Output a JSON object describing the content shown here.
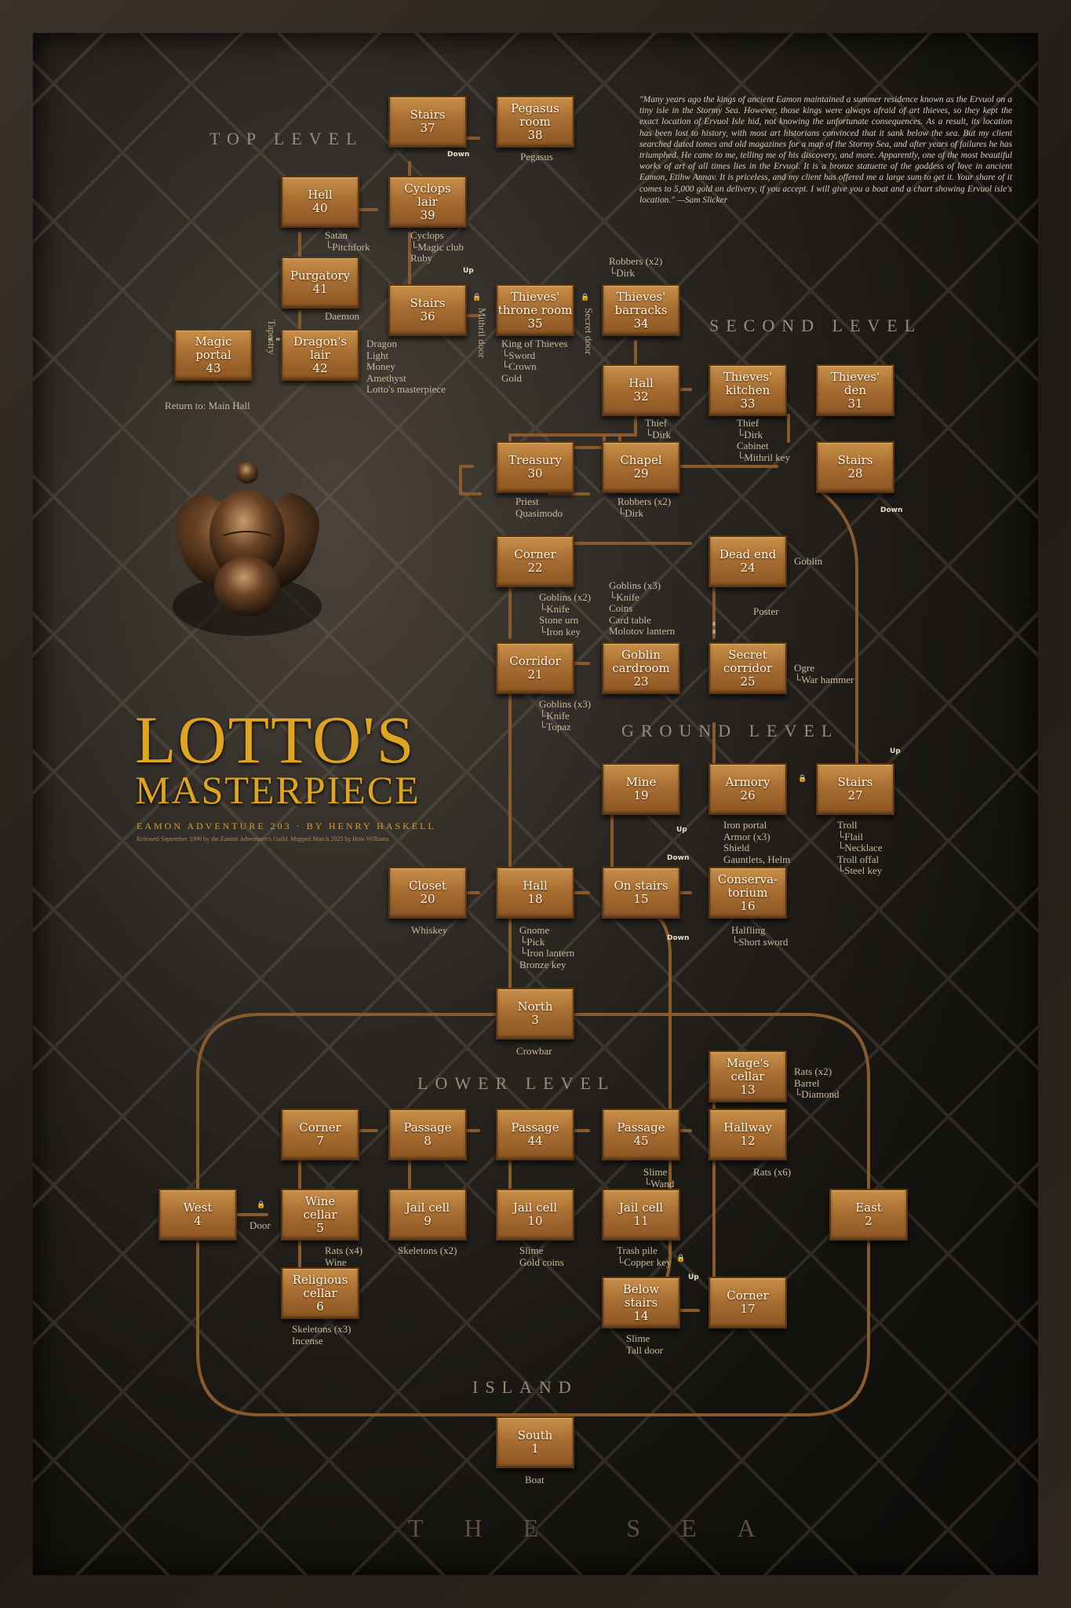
{
  "title": {
    "line1": "LOTTO'S",
    "line2": "MASTERPIECE"
  },
  "byline": "EAMON ADVENTURE 203 · BY HENRY HASKELL",
  "release_note": "Released September 1990 by the Eamon Adventurer's Guild. Mapped March 2025 by Huw Williams",
  "quote": "\"Many years ago the kings of ancient Eamon maintained a summer residence known as the Ervuol on a tiny isle in the Stormy Sea. However, those kings were always afraid of art thieves, so they kept the exact location of Ervuol Isle hid, not knowing the unfortunate consequences. As a result, its location has been lost to history, with most art historians convinced that it sank below the sea. But my client searched dated tomes and old magazines for a map of the Stormy Sea, and after years of failures he has triumphed. He came to me, telling me of his discovery, and more. Apparently, one of the most beautiful works of art of all times lies in the Ervuol. It is a bronze statuette of the goddess of love in ancient Eamon, Etihw Annav. It is priceless, and my client has offered me a large sum to get it. Your share of it comes to 5,000 gold on delivery, if you accept. I will give you a boat and a chart showing Ervuol isle's location.\" —Sam Slicker",
  "levels": {
    "top": "TOP LEVEL",
    "second": "SECOND LEVEL",
    "ground": "GROUND LEVEL",
    "lower": "LOWER LEVEL",
    "island": "ISLAND",
    "sea": "THE SEA"
  },
  "rooms": [
    {
      "id": "r37",
      "name": "Stairs",
      "num": "37"
    },
    {
      "id": "r38",
      "name": "Pegasus\nroom",
      "num": "38"
    },
    {
      "id": "r40",
      "name": "Hell",
      "num": "40"
    },
    {
      "id": "r39",
      "name": "Cyclops\nlair",
      "num": "39"
    },
    {
      "id": "r41",
      "name": "Purgatory",
      "num": "41"
    },
    {
      "id": "r43",
      "name": "Magic\nportal",
      "num": "43"
    },
    {
      "id": "r42",
      "name": "Dragon's\nlair",
      "num": "42"
    },
    {
      "id": "r36",
      "name": "Stairs",
      "num": "36"
    },
    {
      "id": "r35",
      "name": "Thieves'\nthrone room",
      "num": "35"
    },
    {
      "id": "r34",
      "name": "Thieves'\nbarracks",
      "num": "34"
    },
    {
      "id": "r32",
      "name": "Hall",
      "num": "32"
    },
    {
      "id": "r33",
      "name": "Thieves'\nkitchen",
      "num": "33"
    },
    {
      "id": "r31",
      "name": "Thieves'\nden",
      "num": "31"
    },
    {
      "id": "r30",
      "name": "Treasury",
      "num": "30"
    },
    {
      "id": "r29",
      "name": "Chapel",
      "num": "29"
    },
    {
      "id": "r28",
      "name": "Stairs",
      "num": "28"
    },
    {
      "id": "r22",
      "name": "Corner",
      "num": "22"
    },
    {
      "id": "r24",
      "name": "Dead end",
      "num": "24"
    },
    {
      "id": "r21",
      "name": "Corridor",
      "num": "21"
    },
    {
      "id": "r23",
      "name": "Goblin\ncardroom",
      "num": "23"
    },
    {
      "id": "r25",
      "name": "Secret\ncorridor",
      "num": "25"
    },
    {
      "id": "r19",
      "name": "Mine",
      "num": "19"
    },
    {
      "id": "r26",
      "name": "Armory",
      "num": "26"
    },
    {
      "id": "r27",
      "name": "Stairs",
      "num": "27"
    },
    {
      "id": "r20",
      "name": "Closet",
      "num": "20"
    },
    {
      "id": "r18",
      "name": "Hall",
      "num": "18"
    },
    {
      "id": "r15",
      "name": "On stairs",
      "num": "15"
    },
    {
      "id": "r16",
      "name": "Conserva-\ntorium",
      "num": "16"
    },
    {
      "id": "r3",
      "name": "North",
      "num": "3"
    },
    {
      "id": "r13",
      "name": "Mage's\ncellar",
      "num": "13"
    },
    {
      "id": "r7",
      "name": "Corner",
      "num": "7"
    },
    {
      "id": "r8",
      "name": "Passage",
      "num": "8"
    },
    {
      "id": "r44",
      "name": "Passage",
      "num": "44"
    },
    {
      "id": "r45",
      "name": "Passage",
      "num": "45"
    },
    {
      "id": "r12",
      "name": "Hallway",
      "num": "12"
    },
    {
      "id": "r4",
      "name": "West",
      "num": "4"
    },
    {
      "id": "r5",
      "name": "Wine\ncellar",
      "num": "5"
    },
    {
      "id": "r9",
      "name": "Jail cell",
      "num": "9"
    },
    {
      "id": "r10",
      "name": "Jail cell",
      "num": "10"
    },
    {
      "id": "r11",
      "name": "Jail cell",
      "num": "11"
    },
    {
      "id": "r2",
      "name": "East",
      "num": "2"
    },
    {
      "id": "r6",
      "name": "Religious\ncellar",
      "num": "6"
    },
    {
      "id": "r14",
      "name": "Below\nstairs",
      "num": "14"
    },
    {
      "id": "r17",
      "name": "Corner",
      "num": "17"
    },
    {
      "id": "r1",
      "name": "South",
      "num": "1"
    }
  ],
  "notes": [
    {
      "id": "n38",
      "lines": [
        "Pegasus"
      ]
    },
    {
      "id": "n40",
      "lines": [
        "Satan",
        "└Pitchfork"
      ]
    },
    {
      "id": "n39",
      "lines": [
        "Cyclops",
        "└Magic club",
        "Ruby"
      ]
    },
    {
      "id": "n41",
      "lines": [
        "Daemon"
      ]
    },
    {
      "id": "n43",
      "lines": [
        "Return to: Main Hall"
      ]
    },
    {
      "id": "n42",
      "lines": [
        "Dragon",
        "Light",
        "Money",
        "Amethyst",
        "Lotto's masterpiece"
      ]
    },
    {
      "id": "n35",
      "lines": [
        "King of Thieves",
        "└Sword",
        "└Crown",
        "Gold"
      ]
    },
    {
      "id": "n34",
      "lines": [
        "Robbers (x2)",
        "└Dirk"
      ]
    },
    {
      "id": "n32",
      "lines": [
        "Thief",
        "└Dirk"
      ]
    },
    {
      "id": "n33",
      "lines": [
        "Thief",
        "└Dirk",
        "Cabinet",
        "└Mithril key"
      ]
    },
    {
      "id": "n30",
      "lines": [
        "Priest",
        "Quasimodo"
      ]
    },
    {
      "id": "n29",
      "lines": [
        "Robbers (x2)",
        "└Dirk"
      ]
    },
    {
      "id": "n24",
      "lines": [
        "Goblin"
      ]
    },
    {
      "id": "n22",
      "lines": [
        "Goblins (x2)",
        "└Knife",
        "Stone urn",
        "└Iron key"
      ]
    },
    {
      "id": "n23",
      "lines": [
        "Goblins (x3)",
        "└Knife",
        "Coins",
        "Card table",
        "Molotov lantern"
      ]
    },
    {
      "id": "n24b",
      "lines": [
        "Poster"
      ]
    },
    {
      "id": "n25",
      "lines": [
        "Ogre",
        "└War hammer"
      ]
    },
    {
      "id": "n21",
      "lines": [
        "Goblins (x3)",
        "└Knife",
        "└Topaz"
      ]
    },
    {
      "id": "n26",
      "lines": [
        "Iron portal",
        "Armor (x3)",
        "Shield",
        "Gauntlets, Helm"
      ]
    },
    {
      "id": "n27",
      "lines": [
        "Troll",
        "└Flail",
        "└Necklace",
        "Troll offal",
        "└Steel key"
      ]
    },
    {
      "id": "n20",
      "lines": [
        "Whiskey"
      ]
    },
    {
      "id": "n18",
      "lines": [
        "Gnome",
        "└Pick",
        "└Iron lantern",
        "Bronze key"
      ]
    },
    {
      "id": "n16",
      "lines": [
        "Halfling",
        "└Short sword"
      ]
    },
    {
      "id": "n3",
      "lines": [
        "Crowbar"
      ]
    },
    {
      "id": "n13",
      "lines": [
        "Rats (x2)",
        "Barrel",
        "└Diamond"
      ]
    },
    {
      "id": "n45",
      "lines": [
        "Slime",
        "└Wand"
      ]
    },
    {
      "id": "n12",
      "lines": [
        "Rats (x6)"
      ]
    },
    {
      "id": "n4",
      "lines": [
        "Door"
      ]
    },
    {
      "id": "n5",
      "lines": [
        "Rats (x4)",
        "Wine"
      ]
    },
    {
      "id": "n9",
      "lines": [
        "Skeletons (x2)"
      ]
    },
    {
      "id": "n10",
      "lines": [
        "Slime",
        "Gold coins"
      ]
    },
    {
      "id": "n11",
      "lines": [
        "Trash pile",
        "└Copper key"
      ]
    },
    {
      "id": "n6",
      "lines": [
        "Skeletons (x3)",
        "Incense"
      ]
    },
    {
      "id": "n14",
      "lines": [
        "Slime",
        "Tall door"
      ]
    },
    {
      "id": "n1",
      "lines": [
        "Boat"
      ]
    }
  ],
  "path_labels": [
    {
      "id": "p37",
      "text": "Down"
    },
    {
      "id": "p39",
      "text": "Up"
    },
    {
      "id": "p28",
      "text": "Down"
    },
    {
      "id": "p27",
      "text": "Up"
    },
    {
      "id": "p19a",
      "text": "Up"
    },
    {
      "id": "p19b",
      "text": "Down"
    },
    {
      "id": "p15",
      "text": "Down"
    },
    {
      "id": "p14",
      "text": "Up"
    }
  ],
  "vertical_labels": [
    {
      "id": "v1",
      "text": "Mithril door"
    },
    {
      "id": "v2",
      "text": "Secret door"
    },
    {
      "id": "v3",
      "text": "Tapestry"
    }
  ]
}
